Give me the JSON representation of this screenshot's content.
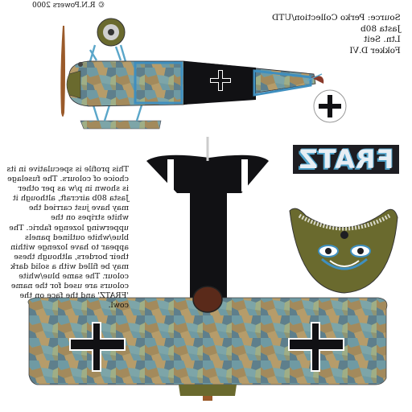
{
  "copyright": "© R.N.Powers 2000",
  "source_lines": [
    "Source: Perko Collection/UTD",
    "Jasta 80b",
    "Ltn. Seit",
    "Fokker D.VI"
  ],
  "aircraft_name": "FRATZ",
  "notes_text": "This profile is speculative in its choice of colours. The fuselage is shown in p/w as per other Jasta 80b aircraft, although it may have just carried the white stripes on the upperwing lozenge fabric. The blue/white outlined panels appear to have lozenge within their borders, although these may be filled with a solid dark colour. The same blue/white colours are used for the name 'FRATZ' and the face on the cowl.",
  "colors": {
    "background": "#ffffff",
    "lozenge": [
      "#6f9aa3",
      "#8da36f",
      "#b69c6a",
      "#5e7f8c",
      "#9fae86",
      "#a38a5c",
      "#7da5a8",
      "#8f9574"
    ],
    "black": "#111114",
    "cowl_olive": "#6a6a2e",
    "outline_blue": "#3f8fbf",
    "cross_white": "#ffffff",
    "propeller": "#9a5a2a"
  },
  "icons": {
    "side_profile": "aircraft-side-view-icon",
    "top_view": "aircraft-top-view-icon",
    "cowl_face": "cowl-face-icon",
    "tail_cross": "iron-cross-icon"
  }
}
